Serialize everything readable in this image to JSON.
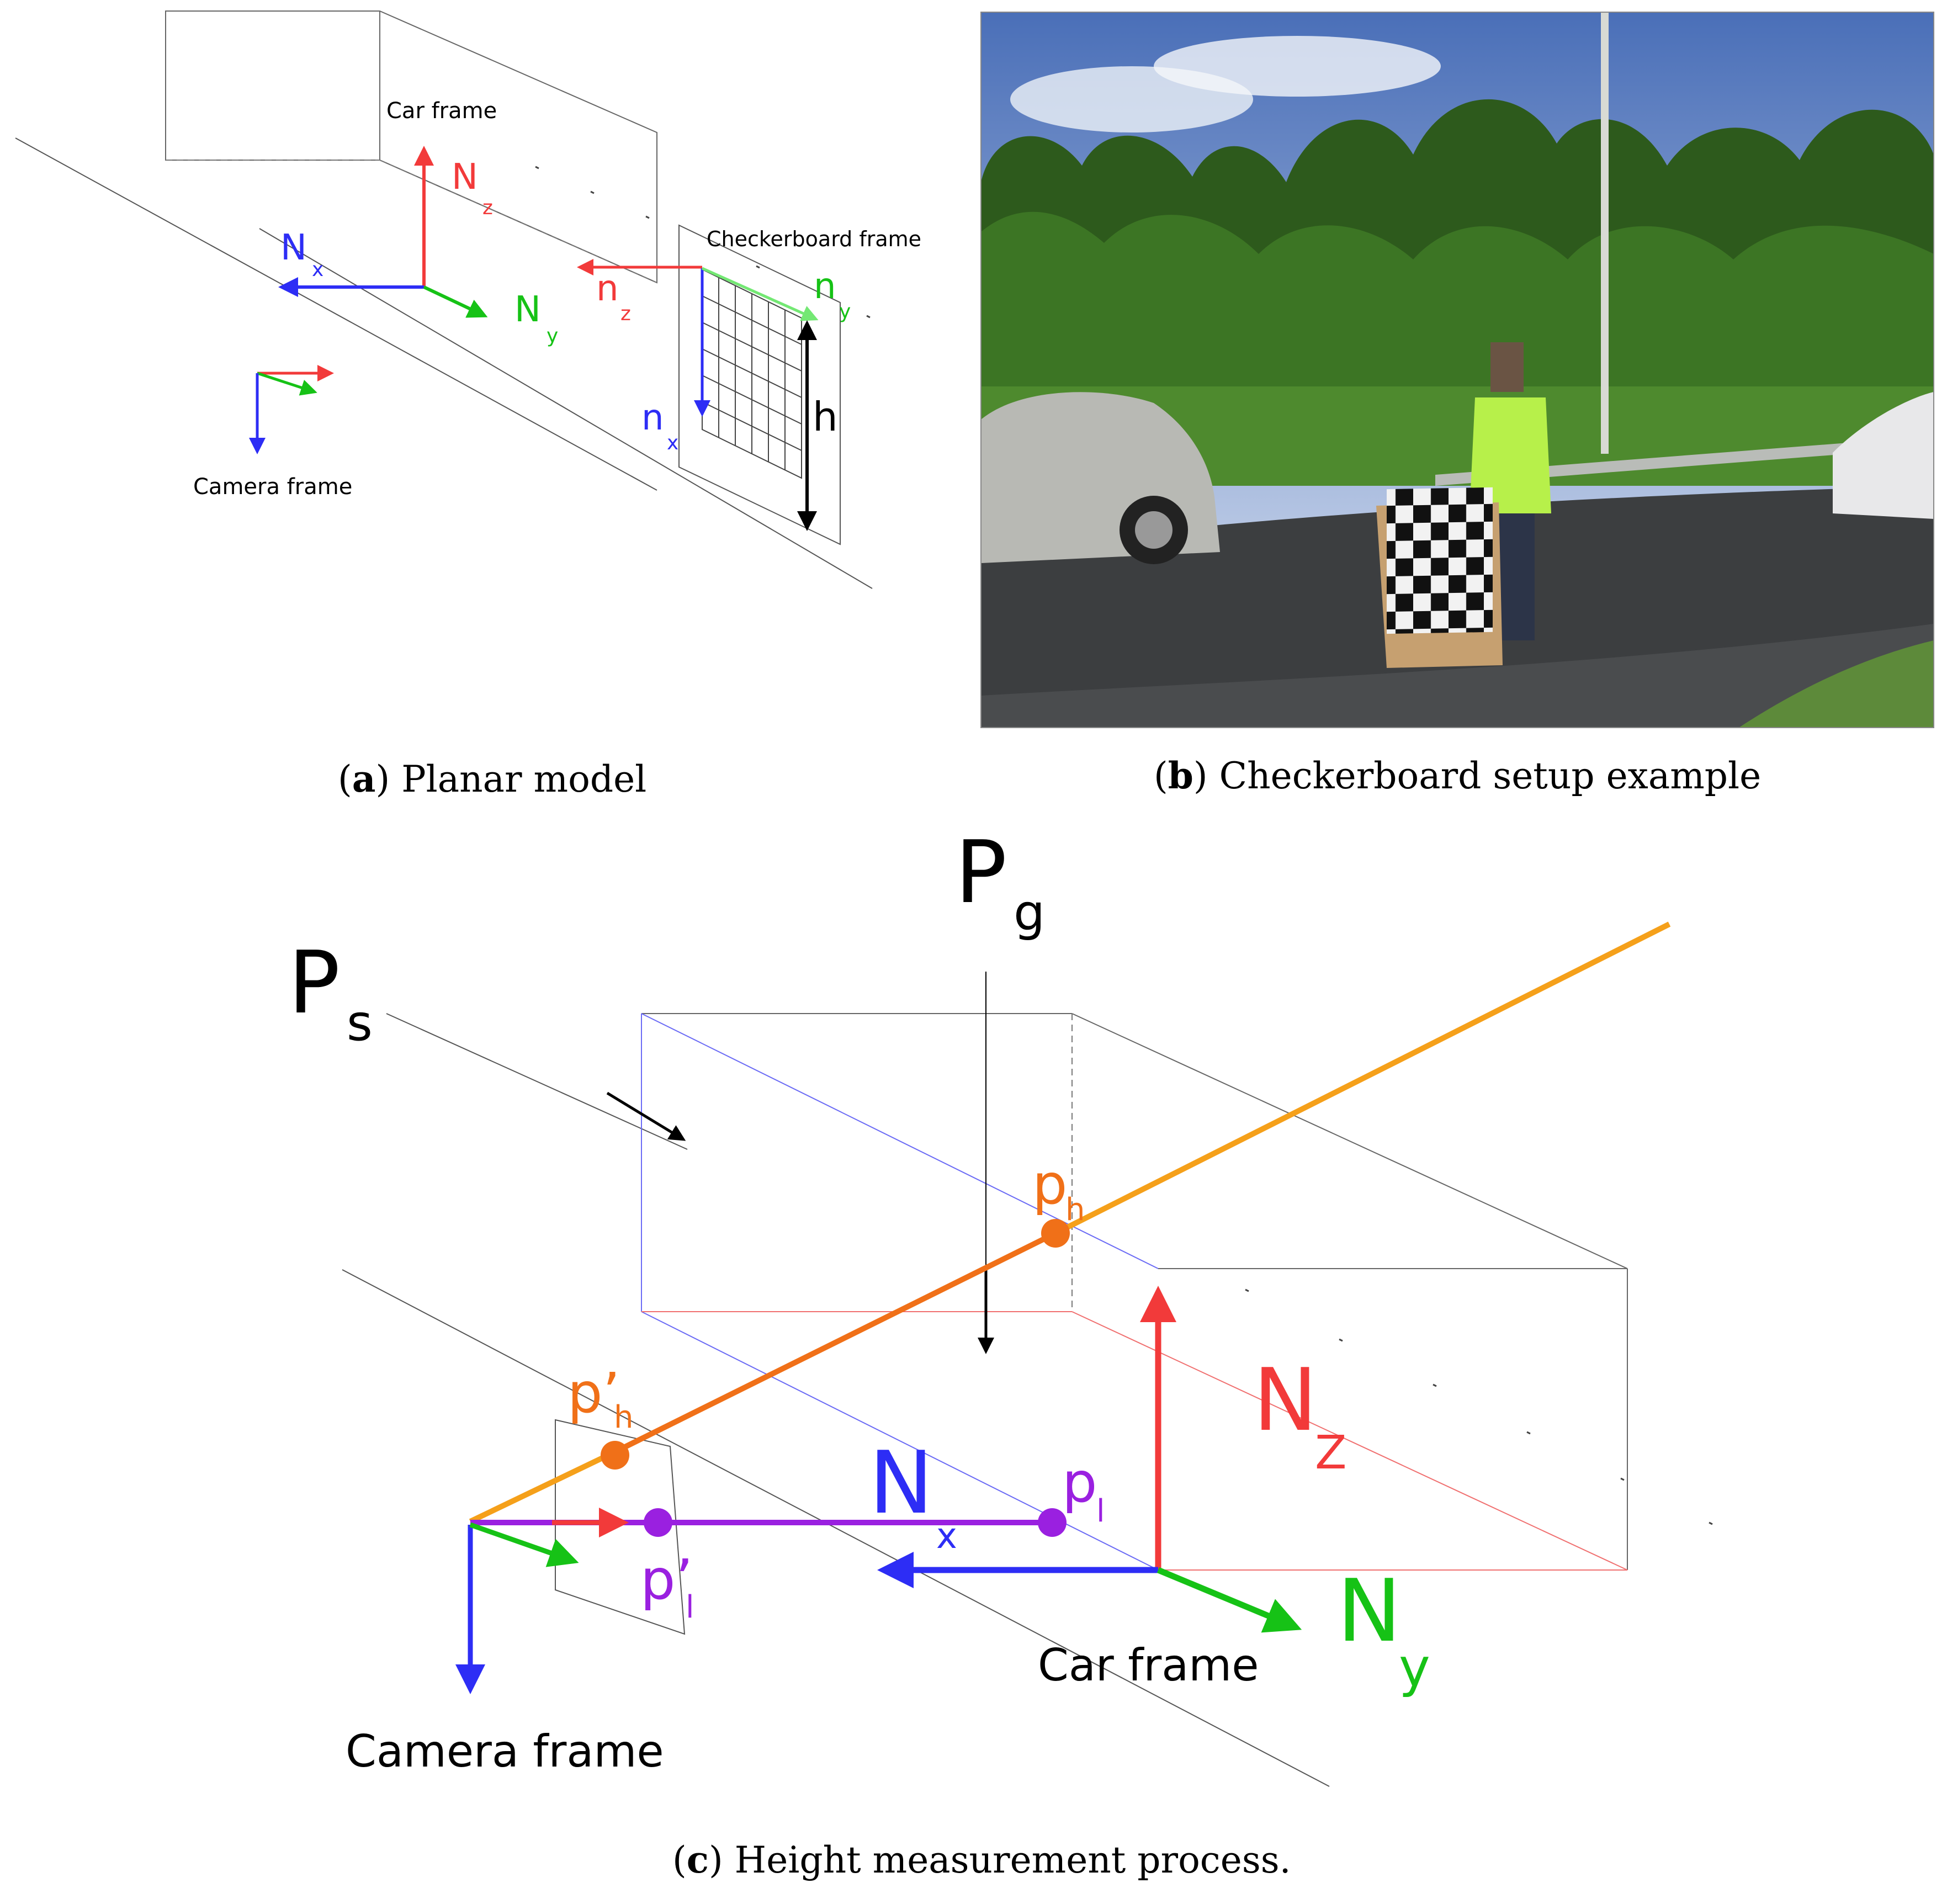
{
  "panel_a": {
    "car_frame": "Car frame",
    "checkerboard_frame": "Checkerboard frame",
    "camera_frame": "Camera frame",
    "N": "N",
    "sub_x": "x",
    "sub_y": "y",
    "sub_z": "z",
    "n": "n",
    "h": "h",
    "caption_letter": "a",
    "caption_text": " Planar model"
  },
  "panel_b": {
    "caption_letter": "b",
    "caption_text": " Checkerboard setup example"
  },
  "panel_c": {
    "P": "P",
    "sub_g": "g",
    "sub_s": "s",
    "p": "p",
    "p_prime": "p’",
    "sub_h": "h",
    "sub_l": "l",
    "N": "N",
    "sub_x": "x",
    "sub_y": "y",
    "sub_z": "Z",
    "car_frame": "Car frame",
    "camera_frame": "Camera frame",
    "caption_letter": "c",
    "caption_text": " Height measurement process."
  },
  "colors": {
    "red": "#f23a3a",
    "blue": "#2d2df5",
    "green": "#16c216",
    "light_green": "#74e874",
    "orange_light": "#f5a01a",
    "orange_dark": "#f07018",
    "purple": "#9a20e0"
  }
}
